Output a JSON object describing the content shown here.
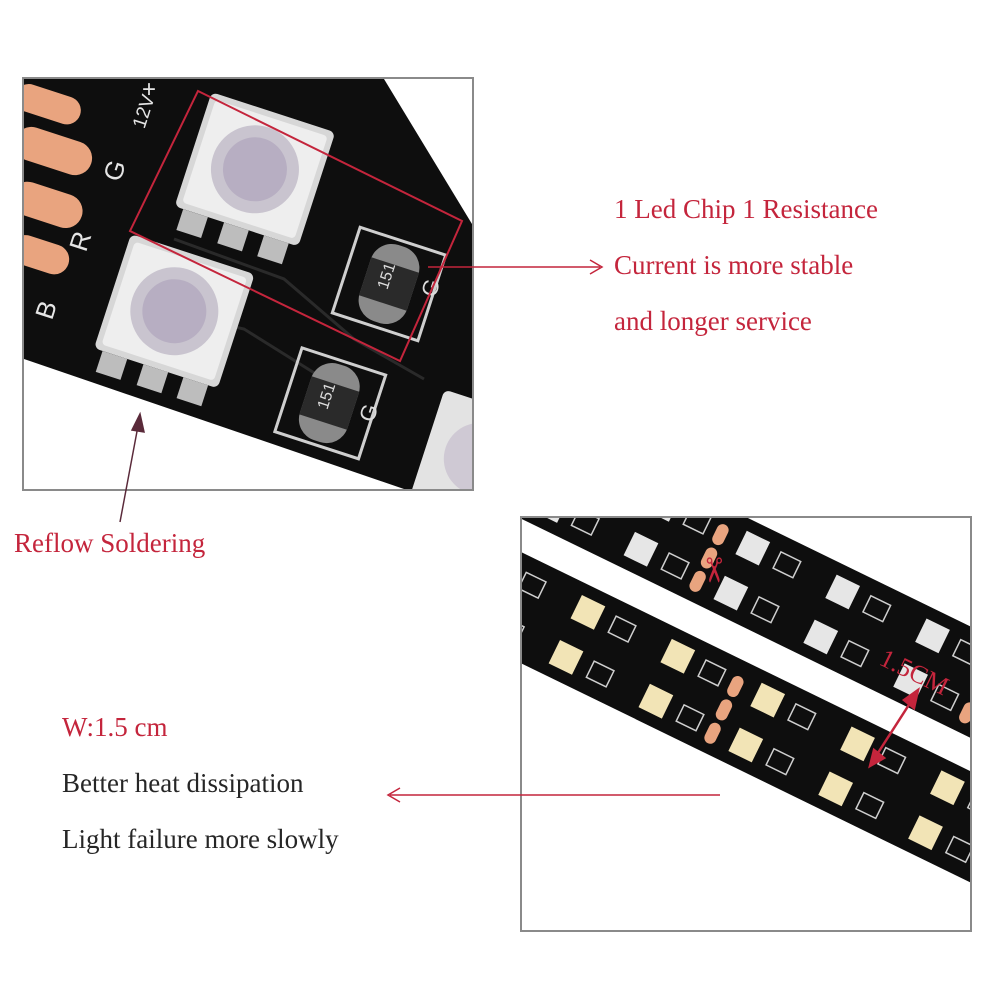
{
  "annotations": {
    "chip_line1": "1 Led Chip 1 Resistance",
    "chip_line2": "Current is more stable",
    "chip_line3": "and longer service",
    "reflow": "Reflow Soldering",
    "width": "W:1.5 cm",
    "heat": "Better heat dissipation",
    "light": "Light failure more slowly"
  },
  "photo_top": {
    "pad_plus": "+",
    "pad_12v": "12V",
    "pad_g": "G",
    "pad_r": "R",
    "pad_b": "B",
    "resistor_code": "151",
    "resistor_g": "G"
  },
  "photo_bottom": {
    "width_label": "1.5CM",
    "scissors": "✂"
  },
  "colors": {
    "accent_red": "#c4253c",
    "pcb_black": "#0e0e0e",
    "copper": "#e9a47f"
  }
}
